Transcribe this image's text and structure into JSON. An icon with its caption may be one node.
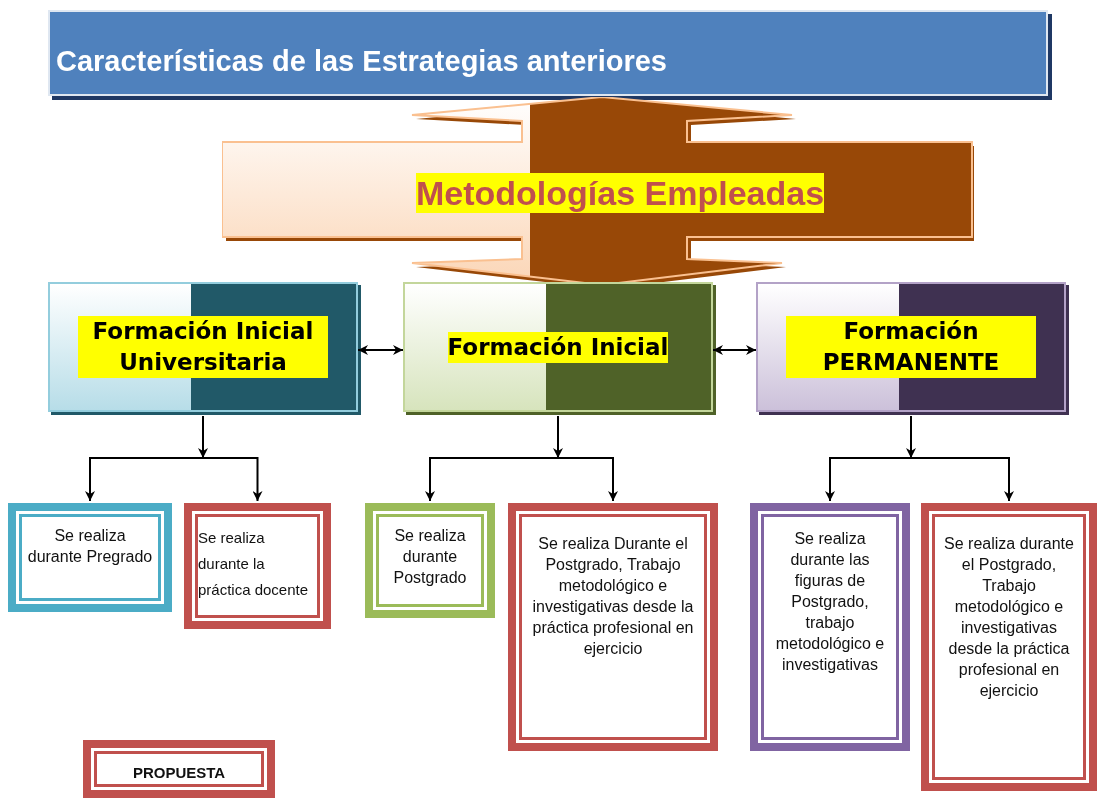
{
  "diagram": {
    "nodes": [
      {
        "text": [
          "Características de las Estrategias anteriores"
        ]
      },
      {
        "text": [
          "Metodologías Empleadas"
        ]
      },
      {
        "text": [
          "Formación Inicial Universitaria"
        ]
      },
      {
        "text": [
          "Formación Inicial"
        ]
      },
      {
        "text": [
          "Formación PERMANENTE"
        ]
      },
      {
        "text": [
          "Se realiza durante Pregrado"
        ]
      },
      {
        "text": [
          "Se realiza durante la práctica docente"
        ]
      },
      {
        "text": [
          "Se realiza durante Postgrado"
        ]
      },
      {
        "text": [
          "Se realiza Durante el Postgrado, Trabajo metodológico e investigativas desde la práctica profesional en ejercicio"
        ]
      },
      {
        "text": [
          "Se realiza durante las figuras de Postgrado, trabajo metodológico e investigativas"
        ]
      },
      {
        "text": [
          "Se realiza durante el Postgrado, Trabajo metodológico e investigativas desde la práctica profesional en ejercicio"
        ]
      },
      {
        "text": [
          "PROPUESTA"
        ]
      }
    ],
    "edges": [
      {
        "from": 2,
        "to": 3,
        "arrow": "both"
      },
      {
        "from": 3,
        "to": 4,
        "arrow": "both"
      },
      {
        "from": 2,
        "to": 5,
        "arrow": "to"
      },
      {
        "from": 2,
        "to": 6,
        "arrow": "to"
      },
      {
        "from": 3,
        "to": 7,
        "arrow": "to"
      },
      {
        "from": 3,
        "to": 8,
        "arrow": "to"
      },
      {
        "from": 4,
        "to": 9,
        "arrow": "to"
      },
      {
        "from": 4,
        "to": 10,
        "arrow": "to"
      }
    ]
  }
}
